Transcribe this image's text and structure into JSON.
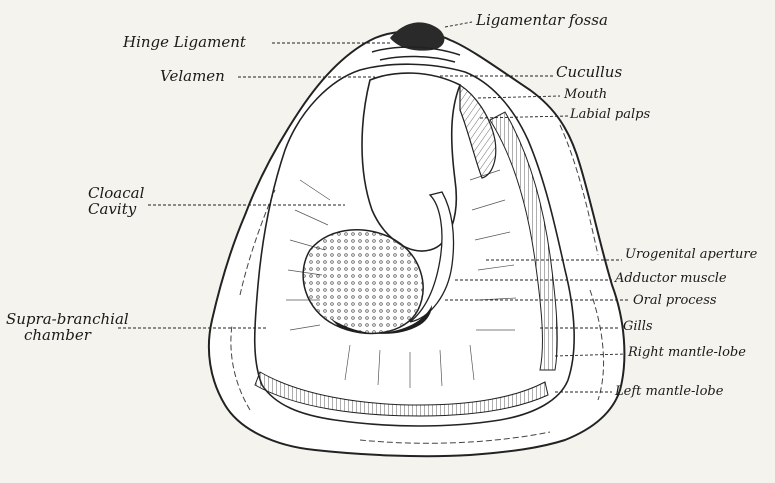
{
  "labels": {
    "hinge_ligament": "Hinge Ligament",
    "ligamentar_fossa": "Ligamentar fossa",
    "velamen": "Velamen",
    "cucullus": "Cucullus",
    "mouth": "Mouth",
    "labial_palps": "Labial palps",
    "cloacal_cavity_1": "Cloacal",
    "cloacal_cavity_2": "Cavity",
    "urogenital_aperture": "Urogenital aperture",
    "adductor_muscle": "Adductor muscle",
    "oral_process": "Oral process",
    "gills": "Gills",
    "supra_branchial_1": "Supra-branchial",
    "supra_branchial_2": "chamber",
    "right_mantle_lobe": "Right mantle-lobe",
    "left_mantle_lobe": "Left mantle-lobe"
  },
  "colors": {
    "ink": "#1c1c1c",
    "paper": "#f4f3ee",
    "shade": "#2a2a2a"
  }
}
